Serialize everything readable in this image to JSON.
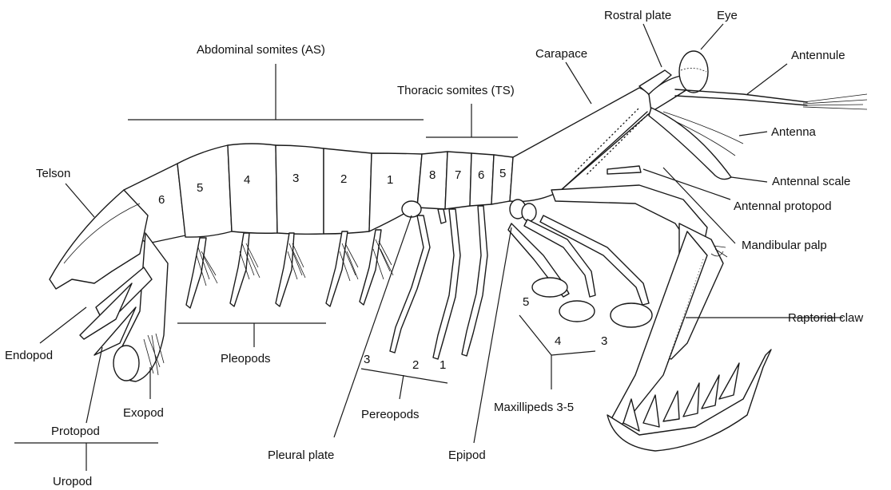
{
  "labels": {
    "abdominal_somites": "Abdominal somites (AS)",
    "thoracic_somites": "Thoracic somites (TS)",
    "rostral_plate": "Rostral plate",
    "eye": "Eye",
    "carapace": "Carapace",
    "antennule": "Antennule",
    "antenna": "Antenna",
    "antennal_scale": "Antennal scale",
    "antennal_protopod": "Antennal protopod",
    "mandibular_palp": "Mandibular palp",
    "raptorial_claw": "Raptorial claw",
    "telson": "Telson",
    "endopod": "Endopod",
    "exopod": "Exopod",
    "protopod": "Protopod",
    "uropod": "Uropod",
    "pleopods": "Pleopods",
    "pereopods": "Pereopods",
    "pleural_plate": "Pleural plate",
    "epipod": "Epipod",
    "maxillipeds": "Maxillipeds 3-5"
  },
  "abdominal_numbers": [
    "6",
    "5",
    "4",
    "3",
    "2",
    "1"
  ],
  "thoracic_numbers": [
    "8",
    "7",
    "6",
    "5"
  ],
  "pereopod_numbers": [
    "3",
    "2",
    "1"
  ],
  "maxilliped_numbers": [
    "5",
    "4",
    "3"
  ]
}
